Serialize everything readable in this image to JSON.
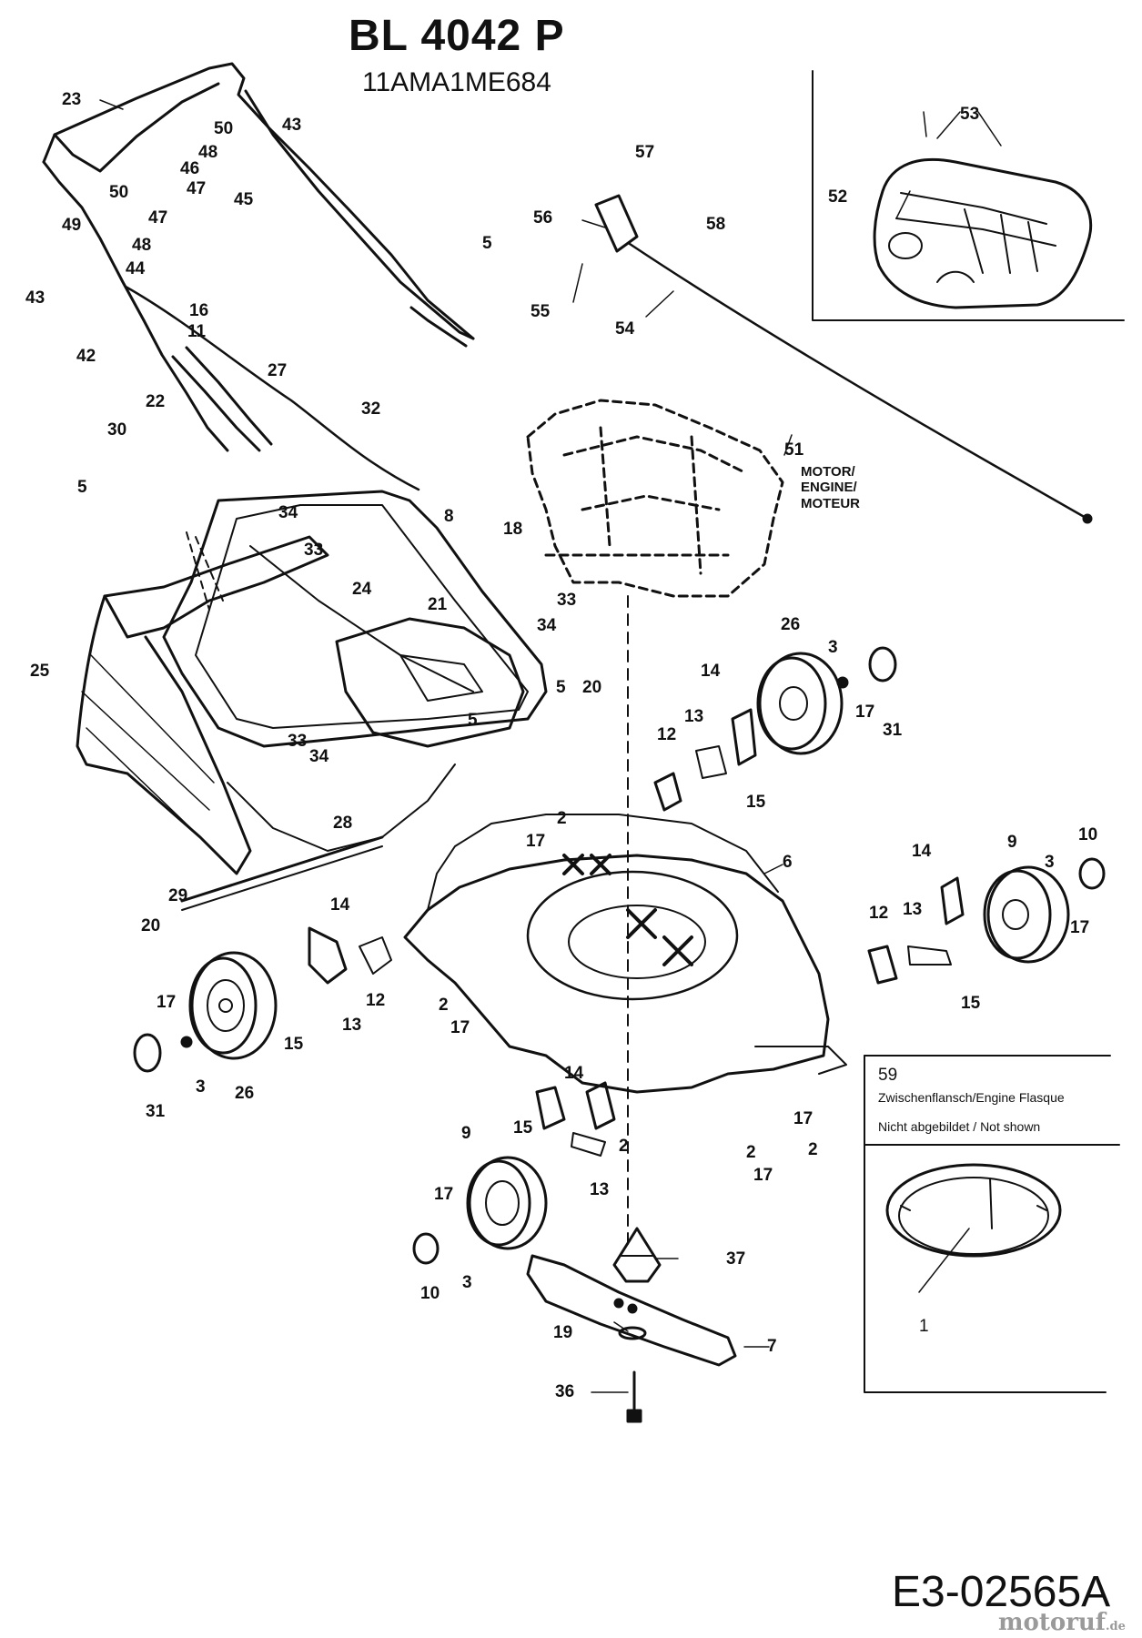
{
  "header": {
    "title": "BL 4042 P",
    "model": "11AMA1ME684"
  },
  "footer": {
    "doc_number": "E3-02565A",
    "brand": "motoruf",
    "brand_suffix": ".de"
  },
  "engine_note": [
    "MOTOR/",
    "ENGINE/",
    "MOTEUR"
  ],
  "inset_flange": {
    "number": "59",
    "caption": "Zwischenflansch/Engine Flasque",
    "note": "Nicht abgebildet / Not shown"
  },
  "part_numbers": [
    "1",
    "2",
    "3",
    "5",
    "6",
    "7",
    "8",
    "9",
    "10",
    "11",
    "12",
    "13",
    "14",
    "15",
    "16",
    "17",
    "18",
    "19",
    "20",
    "21",
    "22",
    "23",
    "24",
    "25",
    "26",
    "27",
    "28",
    "29",
    "30",
    "31",
    "32",
    "33",
    "34",
    "36",
    "37",
    "42",
    "43",
    "44",
    "45",
    "46",
    "47",
    "48",
    "49",
    "50",
    "51",
    "52",
    "53",
    "54",
    "55",
    "56",
    "57",
    "58"
  ],
  "labels": [
    {
      "id": "23a",
      "text": "23"
    },
    {
      "id": "43a",
      "text": "43"
    },
    {
      "id": "50a",
      "text": "50"
    },
    {
      "id": "48a",
      "text": "48"
    },
    {
      "id": "46a",
      "text": "46"
    },
    {
      "id": "47a",
      "text": "47"
    },
    {
      "id": "45a",
      "text": "45"
    },
    {
      "id": "50b",
      "text": "50"
    },
    {
      "id": "49a",
      "text": "49"
    },
    {
      "id": "47b",
      "text": "47"
    },
    {
      "id": "48b",
      "text": "48"
    },
    {
      "id": "44a",
      "text": "44"
    },
    {
      "id": "43b",
      "text": "43"
    },
    {
      "id": "16a",
      "text": "16"
    },
    {
      "id": "11a",
      "text": "11"
    },
    {
      "id": "42a",
      "text": "42"
    },
    {
      "id": "5a",
      "text": "5"
    },
    {
      "id": "27a",
      "text": "27"
    },
    {
      "id": "22a",
      "text": "22"
    },
    {
      "id": "32a",
      "text": "32"
    },
    {
      "id": "30a",
      "text": "30"
    },
    {
      "id": "5b",
      "text": "5"
    },
    {
      "id": "57a",
      "text": "57"
    },
    {
      "id": "56a",
      "text": "56"
    },
    {
      "id": "58a",
      "text": "58"
    },
    {
      "id": "55a",
      "text": "55"
    },
    {
      "id": "54a",
      "text": "54"
    },
    {
      "id": "53a",
      "text": "53"
    },
    {
      "id": "52a",
      "text": "52"
    },
    {
      "id": "51a",
      "text": "51"
    },
    {
      "id": "18a",
      "text": "18"
    },
    {
      "id": "34a",
      "text": "34"
    },
    {
      "id": "8a",
      "text": "8"
    },
    {
      "id": "33a",
      "text": "33"
    },
    {
      "id": "24a",
      "text": "24"
    },
    {
      "id": "21a",
      "text": "21"
    },
    {
      "id": "33b",
      "text": "33"
    },
    {
      "id": "34b",
      "text": "34"
    },
    {
      "id": "25a",
      "text": "25"
    },
    {
      "id": "26a",
      "text": "26"
    },
    {
      "id": "3a",
      "text": "3"
    },
    {
      "id": "14a",
      "text": "14"
    },
    {
      "id": "17a",
      "text": "17"
    },
    {
      "id": "31a",
      "text": "31"
    },
    {
      "id": "5c",
      "text": "5"
    },
    {
      "id": "20a",
      "text": "20"
    },
    {
      "id": "13a",
      "text": "13"
    },
    {
      "id": "12a",
      "text": "12"
    },
    {
      "id": "5d",
      "text": "5"
    },
    {
      "id": "15a",
      "text": "15"
    },
    {
      "id": "33c",
      "text": "33"
    },
    {
      "id": "34c",
      "text": "34"
    },
    {
      "id": "28a",
      "text": "28"
    },
    {
      "id": "2a",
      "text": "2"
    },
    {
      "id": "17b",
      "text": "17"
    },
    {
      "id": "6a",
      "text": "6"
    },
    {
      "id": "14b",
      "text": "14"
    },
    {
      "id": "9a",
      "text": "9"
    },
    {
      "id": "10a",
      "text": "10"
    },
    {
      "id": "3b",
      "text": "3"
    },
    {
      "id": "17c",
      "text": "17"
    },
    {
      "id": "29a",
      "text": "29"
    },
    {
      "id": "20b",
      "text": "20"
    },
    {
      "id": "14c",
      "text": "14"
    },
    {
      "id": "12b",
      "text": "12"
    },
    {
      "id": "13b",
      "text": "13"
    },
    {
      "id": "15b",
      "text": "15"
    },
    {
      "id": "12c",
      "text": "12"
    },
    {
      "id": "2b",
      "text": "2"
    },
    {
      "id": "17d",
      "text": "17"
    },
    {
      "id": "17e",
      "text": "17"
    },
    {
      "id": "13c",
      "text": "13"
    },
    {
      "id": "15c",
      "text": "15"
    },
    {
      "id": "26b",
      "text": "26"
    },
    {
      "id": "3c",
      "text": "3"
    },
    {
      "id": "31b",
      "text": "31"
    },
    {
      "id": "14d",
      "text": "14"
    },
    {
      "id": "15d",
      "text": "15"
    },
    {
      "id": "2c",
      "text": "2"
    },
    {
      "id": "13d",
      "text": "13"
    },
    {
      "id": "9b",
      "text": "9"
    },
    {
      "id": "17f",
      "text": "17"
    },
    {
      "id": "10b",
      "text": "10"
    },
    {
      "id": "3d",
      "text": "3"
    },
    {
      "id": "2d",
      "text": "2"
    },
    {
      "id": "17g",
      "text": "17"
    },
    {
      "id": "17h",
      "text": "17"
    },
    {
      "id": "2e",
      "text": "2"
    },
    {
      "id": "37a",
      "text": "37"
    },
    {
      "id": "19a",
      "text": "19"
    },
    {
      "id": "7a",
      "text": "7"
    },
    {
      "id": "36a",
      "text": "36"
    },
    {
      "id": "1a",
      "text": "1"
    }
  ]
}
